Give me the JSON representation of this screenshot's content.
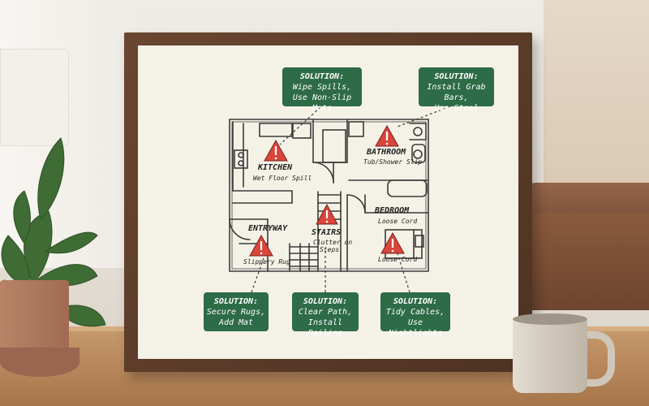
{
  "poster": {
    "rooms": {
      "kitchen": {
        "name": "KITCHEN",
        "hazard": "Wet Floor Spill"
      },
      "bathroom": {
        "name": "BATHROOM",
        "hazard": "Tub/Shower Slip"
      },
      "entryway": {
        "name": "ENTRYWAY",
        "hazard": "Slippery Rug"
      },
      "stairs": {
        "name": "STAIRS",
        "hazard_line1": "Clutter on",
        "hazard_line2": "Steps"
      },
      "bedroom": {
        "name": "BEDROOM",
        "hazard": "Loose Cord",
        "hazard2": "Loose Cord"
      }
    },
    "solutions": [
      {
        "title": "SOLUTION:",
        "line1": "Wipe Spills,",
        "line2": "Use Non-Slip Mats"
      },
      {
        "title": "SOLUTION:",
        "line1": "Install Grab Bars,",
        "line2": "Use Stool"
      },
      {
        "title": "SOLUTION:",
        "line1": "Secure Rugs,",
        "line2": "Add Mat"
      },
      {
        "title": "SOLUTION:",
        "line1": "Clear Path,",
        "line2": "Install Railing"
      },
      {
        "title": "SOLUTION:",
        "line1": "Tidy Cables,",
        "line2": "Use Nightlights"
      }
    ],
    "icons": {
      "warning": "warning-triangle-icon"
    },
    "colors": {
      "solution_box": "#2e6b47",
      "warning": "#d9463c",
      "frame": "#5a3a27",
      "mat": "#f4f1e6"
    }
  }
}
